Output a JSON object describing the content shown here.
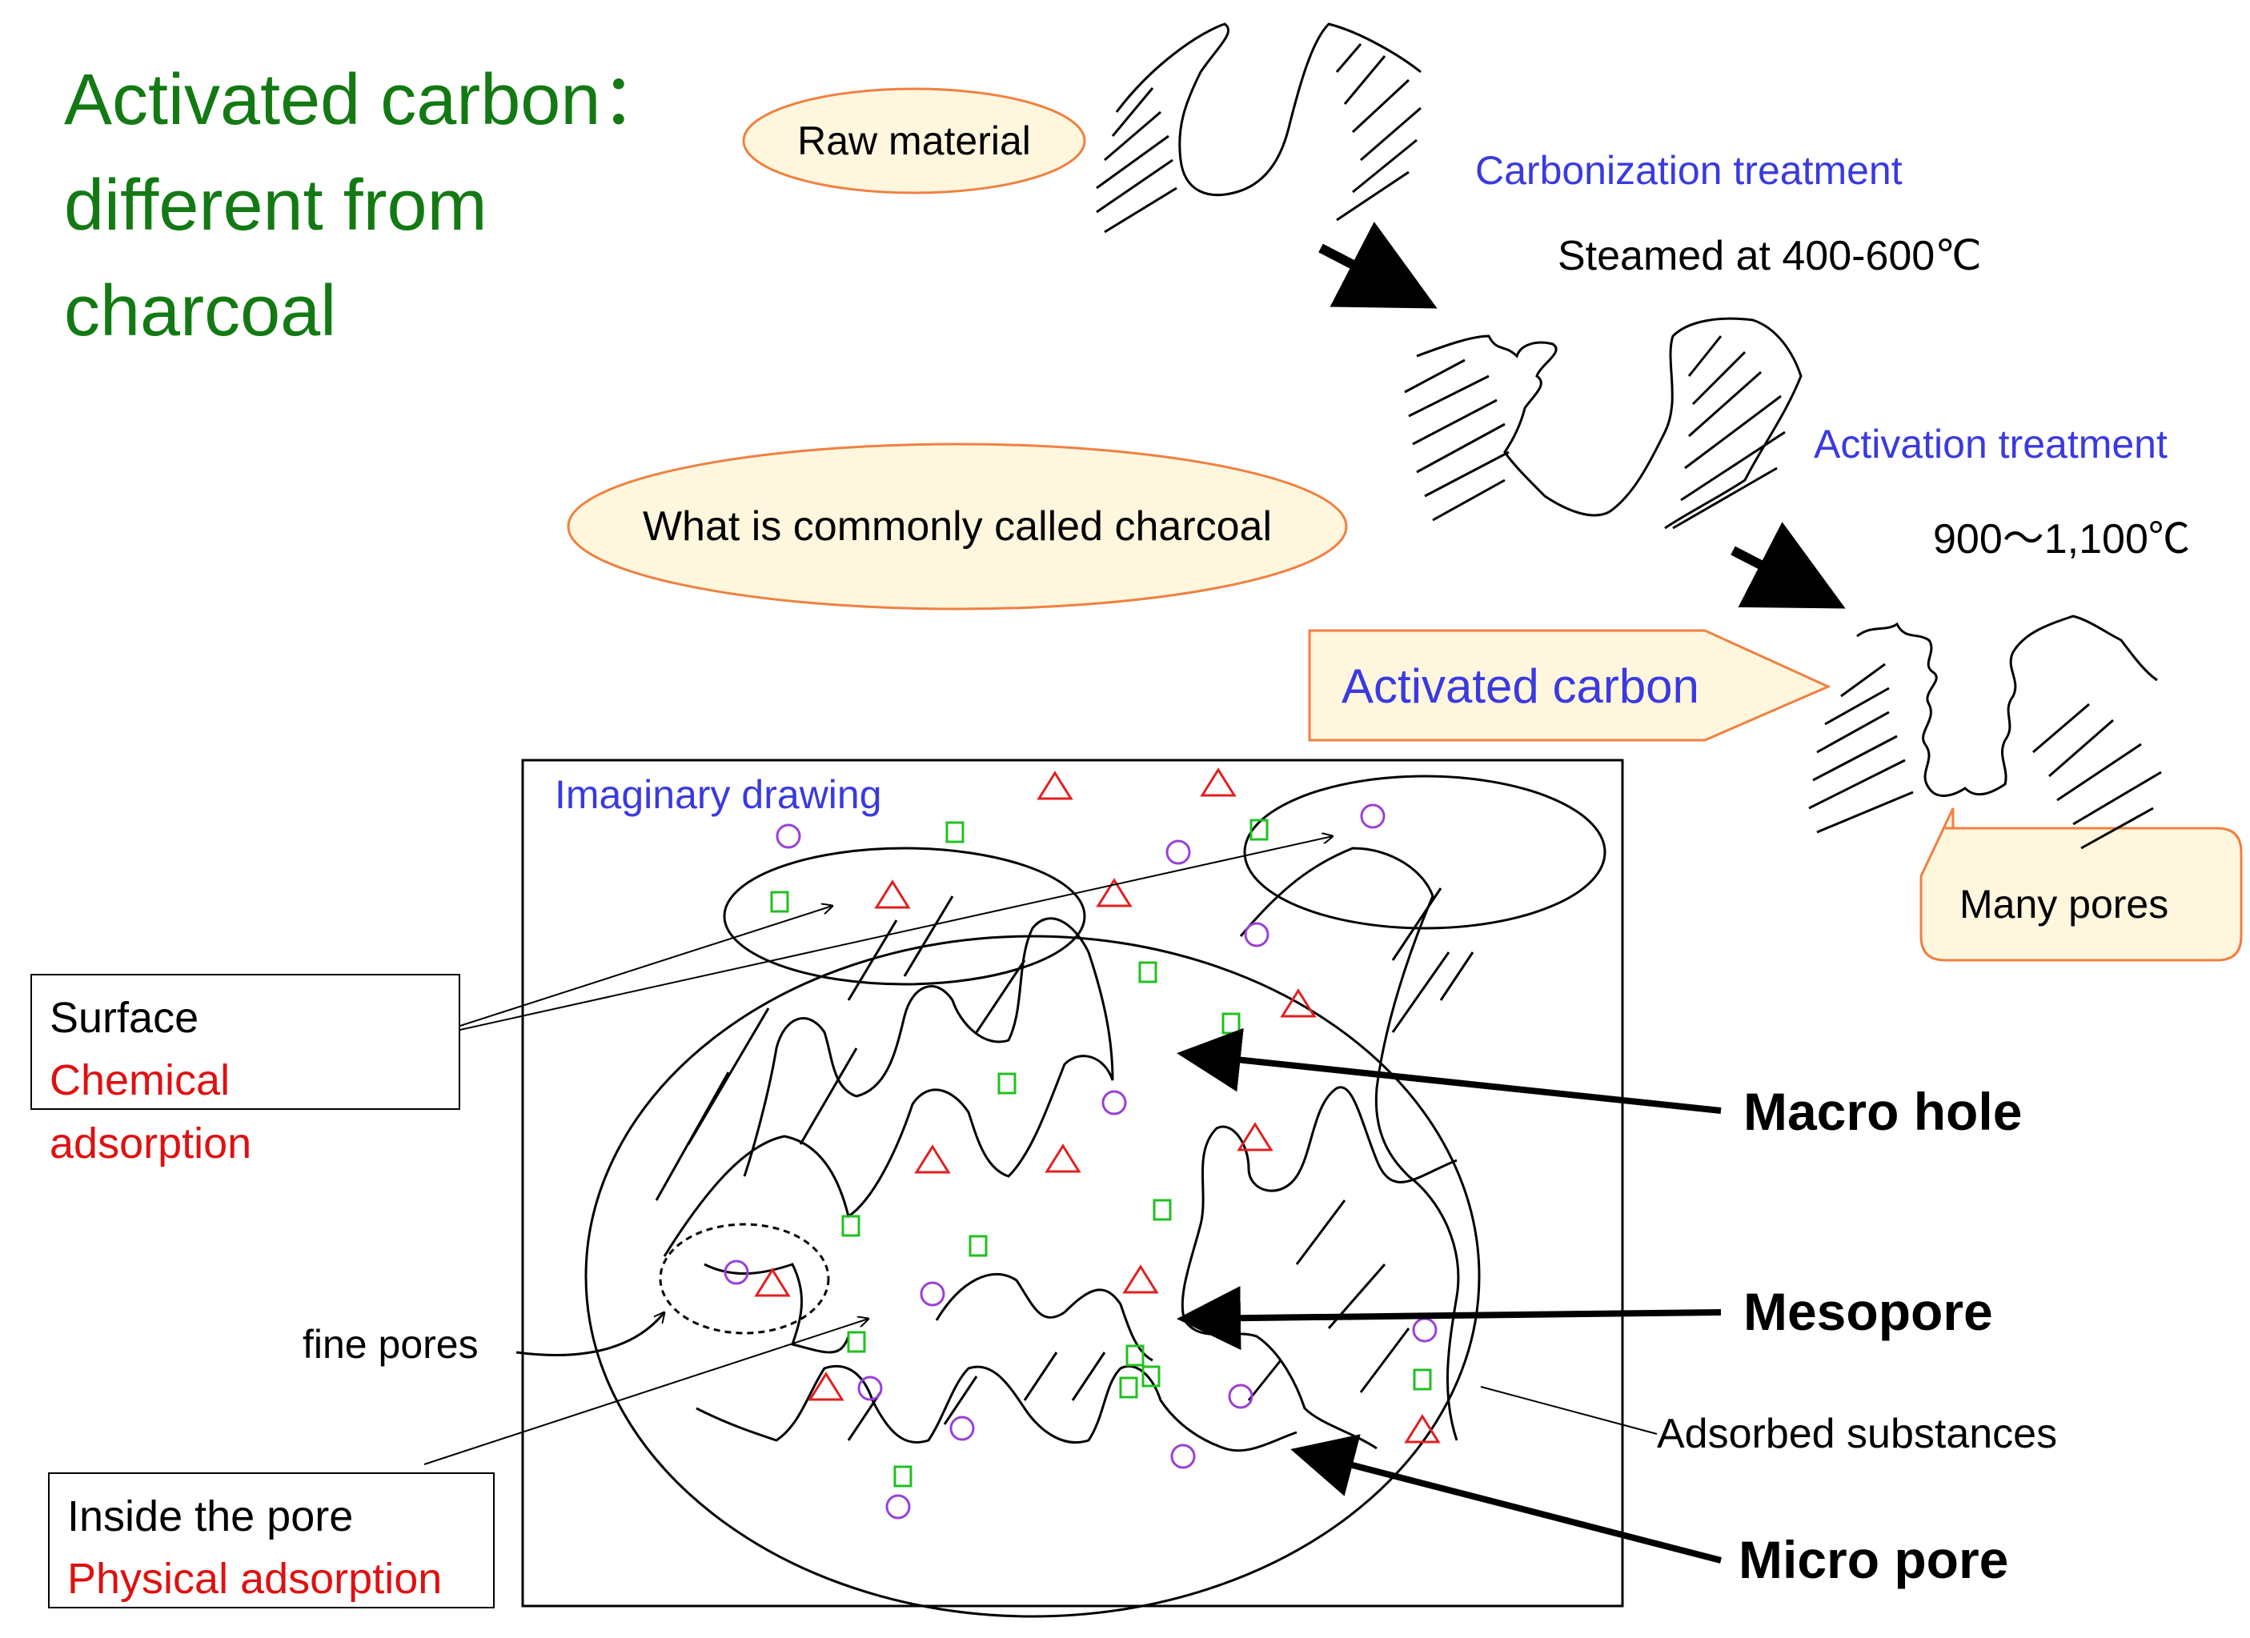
{
  "title": {
    "line1": "Activated carbon：",
    "line2": "different from",
    "line3": "charcoal"
  },
  "process": {
    "raw_material": "Raw material",
    "carbonization": "Carbonization treatment",
    "carbonization_temp": "Steamed at 400-600℃",
    "commonly_called": "What is commonly called charcoal",
    "activation": "Activation treatment",
    "activation_temp": "900～1,100℃",
    "activated_carbon": "Activated carbon",
    "many_pores": "Many pores"
  },
  "drawing": {
    "caption": "Imaginary drawing",
    "surface": "Surface",
    "chemical_adsorption": "Chemical adsorption",
    "fine_pores": "fine pores",
    "inside_pore": "Inside the pore",
    "physical_adsorption": "Physical adsorption",
    "macro_hole": "Macro hole",
    "mesopore": "Mesopore",
    "micro_pore": "Micro pore",
    "adsorbed_substances": "Adsorbed substances"
  },
  "colors": {
    "title_green": "#137a13",
    "accent_blue": "#3a3ae0",
    "label_red": "#e01010",
    "bubble_fill": "#fff6de",
    "bubble_stroke": "#f08040",
    "molecule_circle": "#9a40d8",
    "molecule_square": "#20c020",
    "molecule_triangle": "#e02020"
  }
}
